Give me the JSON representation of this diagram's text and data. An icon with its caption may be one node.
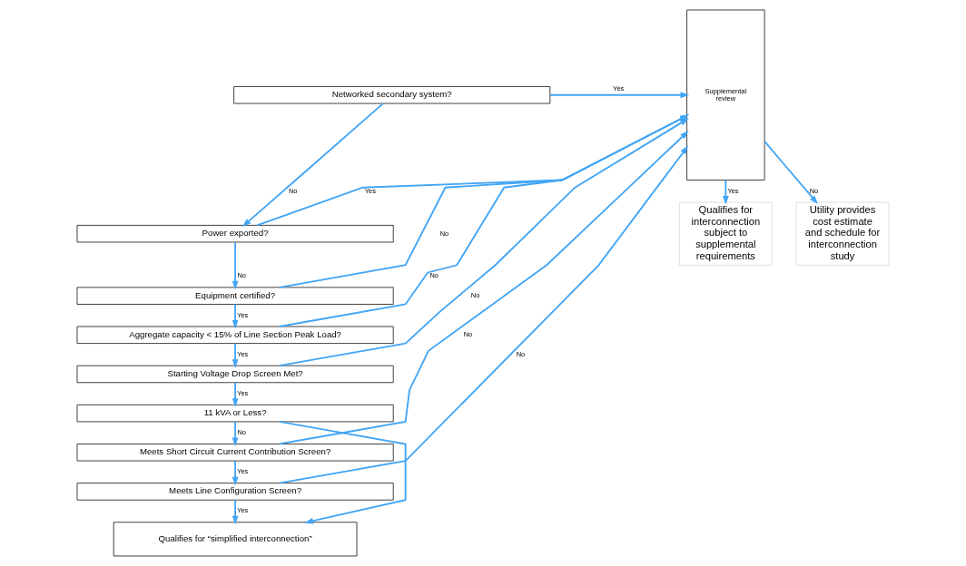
{
  "diagram": {
    "nodes": [
      {
        "text": [
          "Networked secondary system?"
        ]
      },
      {
        "text": [
          "Power exported?"
        ]
      },
      {
        "text": [
          "Equipment certified?"
        ]
      },
      {
        "text": [
          "Aggregate capacity < 15% of Line Section Peak Load?"
        ]
      },
      {
        "text": [
          "Starting Voltage Drop Screen Met?"
        ]
      },
      {
        "text": [
          "11 kVA or Less?"
        ]
      },
      {
        "text": [
          "Meets Short Circuit Current Contribution Screen?"
        ]
      },
      {
        "text": [
          "Meets Line Configuration Screen?"
        ]
      },
      {
        "text": [
          "Qualifies for “simplified interconnection”"
        ]
      },
      {
        "text": [
          "Supplemental review"
        ]
      },
      {
        "text": [
          "Qualifies for interconnection subject to supplemental requirements"
        ]
      },
      {
        "text": [
          "Utility provides cost estimate and schedule for interconnection study"
        ]
      }
    ],
    "edges": [
      {
        "from": 0,
        "to": 1,
        "arrow": "to",
        "label": "No"
      },
      {
        "from": 1,
        "to": 2,
        "arrow": "to",
        "label": "No"
      },
      {
        "from": 2,
        "to": 3,
        "arrow": "to",
        "label": "Yes"
      },
      {
        "from": 3,
        "to": 4,
        "arrow": "to",
        "label": "Yes"
      },
      {
        "from": 4,
        "to": 5,
        "arrow": "to",
        "label": "Yes"
      },
      {
        "from": 5,
        "to": 6,
        "arrow": "to",
        "label": "No"
      },
      {
        "from": 6,
        "to": 7,
        "arrow": "to",
        "label": "Yes"
      },
      {
        "from": 7,
        "to": 8,
        "arrow": "to",
        "label": "Yes"
      },
      {
        "from": 5,
        "to": 8,
        "arrow": "to"
      },
      {
        "from": 0,
        "to": 9,
        "arrow": "to",
        "label": "Yes"
      },
      {
        "from": 1,
        "to": 9,
        "arrow": "to",
        "label": "Yes"
      },
      {
        "from": 2,
        "to": 9,
        "arrow": "to",
        "label": "No"
      },
      {
        "from": 3,
        "to": 9,
        "arrow": "to",
        "label": "No"
      },
      {
        "from": 4,
        "to": 9,
        "arrow": "to",
        "label": "No"
      },
      {
        "from": 6,
        "to": 9,
        "arrow": "to",
        "label": "No"
      },
      {
        "from": 7,
        "to": 9,
        "arrow": "to",
        "label": "No"
      },
      {
        "from": 9,
        "to": 10,
        "arrow": "to",
        "label": "Yes"
      },
      {
        "from": 9,
        "to": 11,
        "arrow": "to",
        "label": "No"
      }
    ]
  }
}
